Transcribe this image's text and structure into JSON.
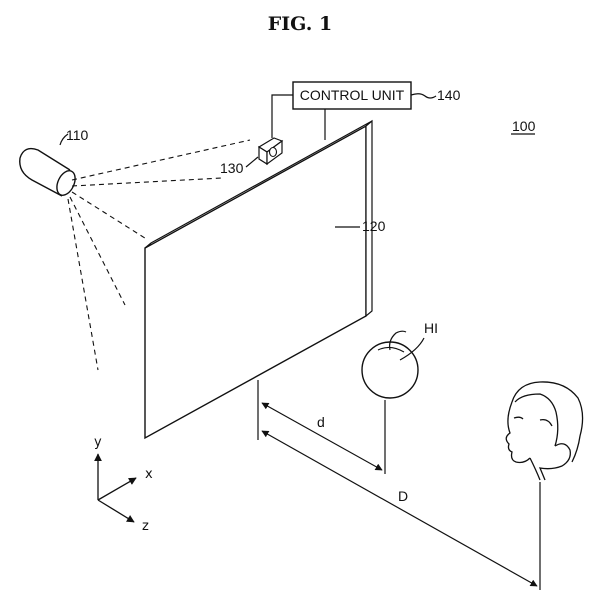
{
  "figure": {
    "title": "FIG.  1"
  },
  "labels": {
    "system": "100",
    "projector": "110",
    "screen": "120",
    "camera": "130",
    "control_unit_ref": "140",
    "control_unit_text": "CONTROL UNIT",
    "hologram_image": "HI",
    "distance_small": "d",
    "distance_large": "D"
  },
  "axes": {
    "x": "x",
    "y": "y",
    "z": "z"
  }
}
